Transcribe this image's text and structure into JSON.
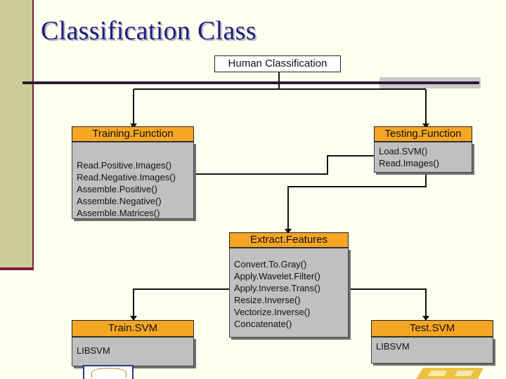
{
  "slide": {
    "title": "Classification Class"
  },
  "root": {
    "label": "Human Classification"
  },
  "nodes": {
    "training": {
      "header": "Training.Function",
      "lines": [
        "Read.Positive.Images()",
        "Read.Negative.Images()",
        "Assemble.Positive()",
        "Assemble.Negative()",
        "Assemble.Matrices()"
      ]
    },
    "testing": {
      "header": "Testing.Function",
      "lines": [
        "Load.SVM()",
        "Read.Images()"
      ]
    },
    "extract": {
      "header": "Extract.Features",
      "lines": [
        "Convert.To.Gray()",
        "Apply.Wavelet.Filter()",
        "Apply.Inverse.Trans()",
        "Resize.Inverse()",
        "Vectorize.Inverse()",
        "Concatenate()"
      ]
    },
    "train_svm": {
      "header": "Train.SVM",
      "lines": [
        "LIBSVM"
      ]
    },
    "test_svm": {
      "header": "Test.SVM",
      "lines": [
        "LIBSVM"
      ]
    }
  },
  "colors": {
    "header_fill": "#f5a623",
    "body_fill": "#c0c0c0",
    "title_color": "#1f1f7a",
    "side_band": "#cccc99",
    "accent_rule": "#7a1f3a"
  }
}
